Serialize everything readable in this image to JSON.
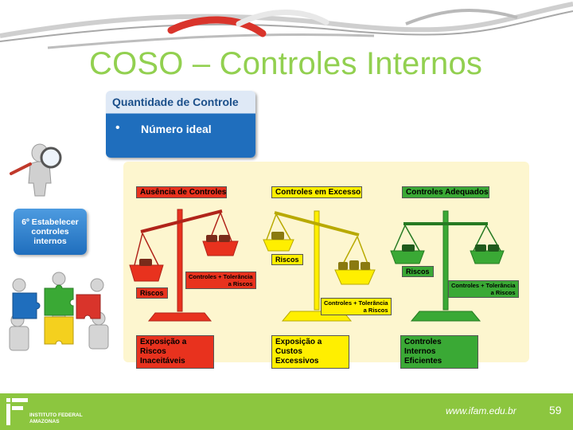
{
  "slide": {
    "title": "COSO – Controles Internos",
    "quantity_box": {
      "title": "Quantidade de Controle",
      "bullet": "Número ideal"
    },
    "step_box": {
      "text": "6º Estabelecer controles internos"
    }
  },
  "diagram": {
    "columns": [
      {
        "header": "Ausência de Controles",
        "color": "#e8321e",
        "tray_label": "Riscos",
        "side_label_line1": "Controles + Tolerância",
        "side_label_line2": "a Riscos",
        "bottom_line1": "Exposição a",
        "bottom_line2": "Riscos Inaceitáveis"
      },
      {
        "header": "Controles em Excesso",
        "color": "#ffef00",
        "tray_label": "Riscos",
        "side_label_line1": "Controles + Tolerância",
        "side_label_line2": "a Riscos",
        "bottom_line1": "Exposição a",
        "bottom_line2": "Custos Excessivos"
      },
      {
        "header": "Controles Adequados",
        "color": "#3aa935",
        "tray_label": "Riscos",
        "side_label_line1": "Controles + Tolerância",
        "side_label_line2": "a Riscos",
        "bottom_line1": "Controles Internos",
        "bottom_line2": "Eficientes"
      }
    ]
  },
  "footer": {
    "logo_line1": "INSTITUTO FEDERAL",
    "logo_line2": "AMAZONAS",
    "url": "www.ifam.edu.br",
    "page_number": "59"
  },
  "colors": {
    "title": "#92d050",
    "footer": "#8cc63f",
    "blue": "#1f6ebd"
  }
}
